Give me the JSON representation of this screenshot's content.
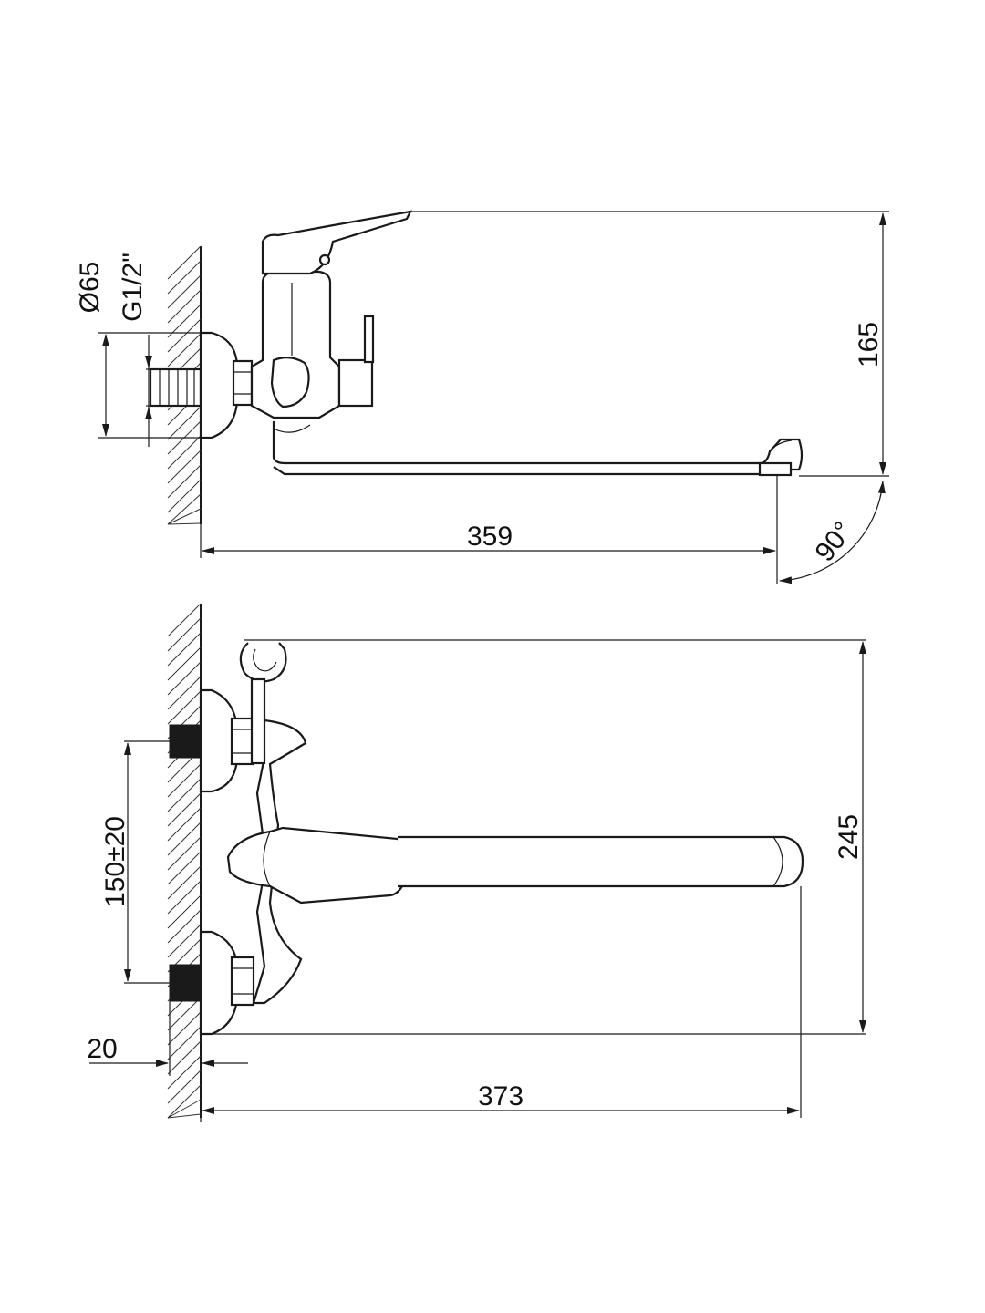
{
  "dimensions": {
    "diameter_flange": "Ø65",
    "thread": "G1/2\"",
    "height_top": "165",
    "spout_reach_side": "359",
    "angle": "90°",
    "inlet_spacing": "150±20",
    "height_front": "245",
    "wall_offset": "20",
    "spout_reach_front": "373"
  }
}
